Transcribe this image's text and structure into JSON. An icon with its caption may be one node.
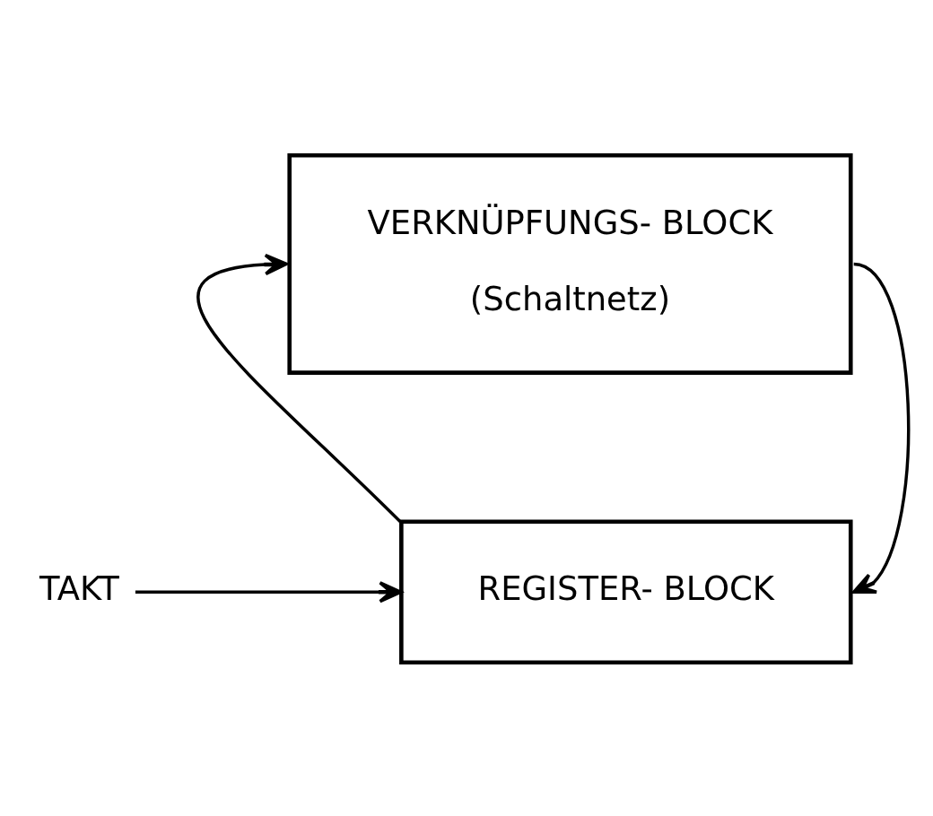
{
  "diagram": {
    "nodes": [
      {
        "text": [
          "VERKNÜPFUNGS- BLOCK",
          "(Schaltnetz)"
        ]
      },
      {
        "text": [
          "REGISTER- BLOCK"
        ]
      },
      {
        "text": [
          "TAKT"
        ]
      }
    ],
    "edges": [
      {
        "from": 1,
        "to": 0,
        "arrow": "to"
      },
      {
        "from": 0,
        "to": 1,
        "arrow": "to"
      },
      {
        "from": 2,
        "to": 1,
        "arrow": "to"
      }
    ]
  }
}
